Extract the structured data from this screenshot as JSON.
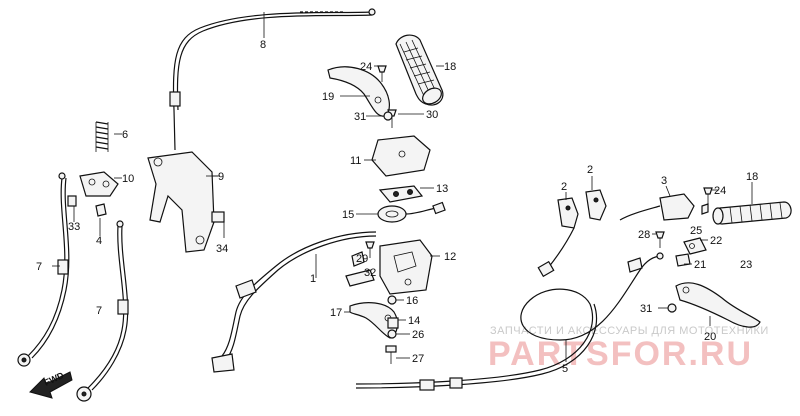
{
  "callouts": [
    "1",
    "2",
    "2",
    "3",
    "4",
    "5",
    "6",
    "7",
    "7",
    "8",
    "9",
    "10",
    "11",
    "12",
    "13",
    "14",
    "15",
    "16",
    "17",
    "18",
    "18",
    "19",
    "20",
    "21",
    "22",
    "23",
    "24",
    "24",
    "25",
    "26",
    "27",
    "28",
    "29",
    "30",
    "31",
    "31",
    "32",
    "33",
    "34"
  ],
  "direction_marker": {
    "text": "FWD",
    "icon": "arrow-left-down-icon"
  },
  "watermark": {
    "caption": "ЗАПЧАСТИ И АКСЕССУАРЫ ДЛЯ МОТОТЕХНИКИ",
    "brand": "PARTSFOR.RU",
    "color": "#f3c0c0"
  }
}
